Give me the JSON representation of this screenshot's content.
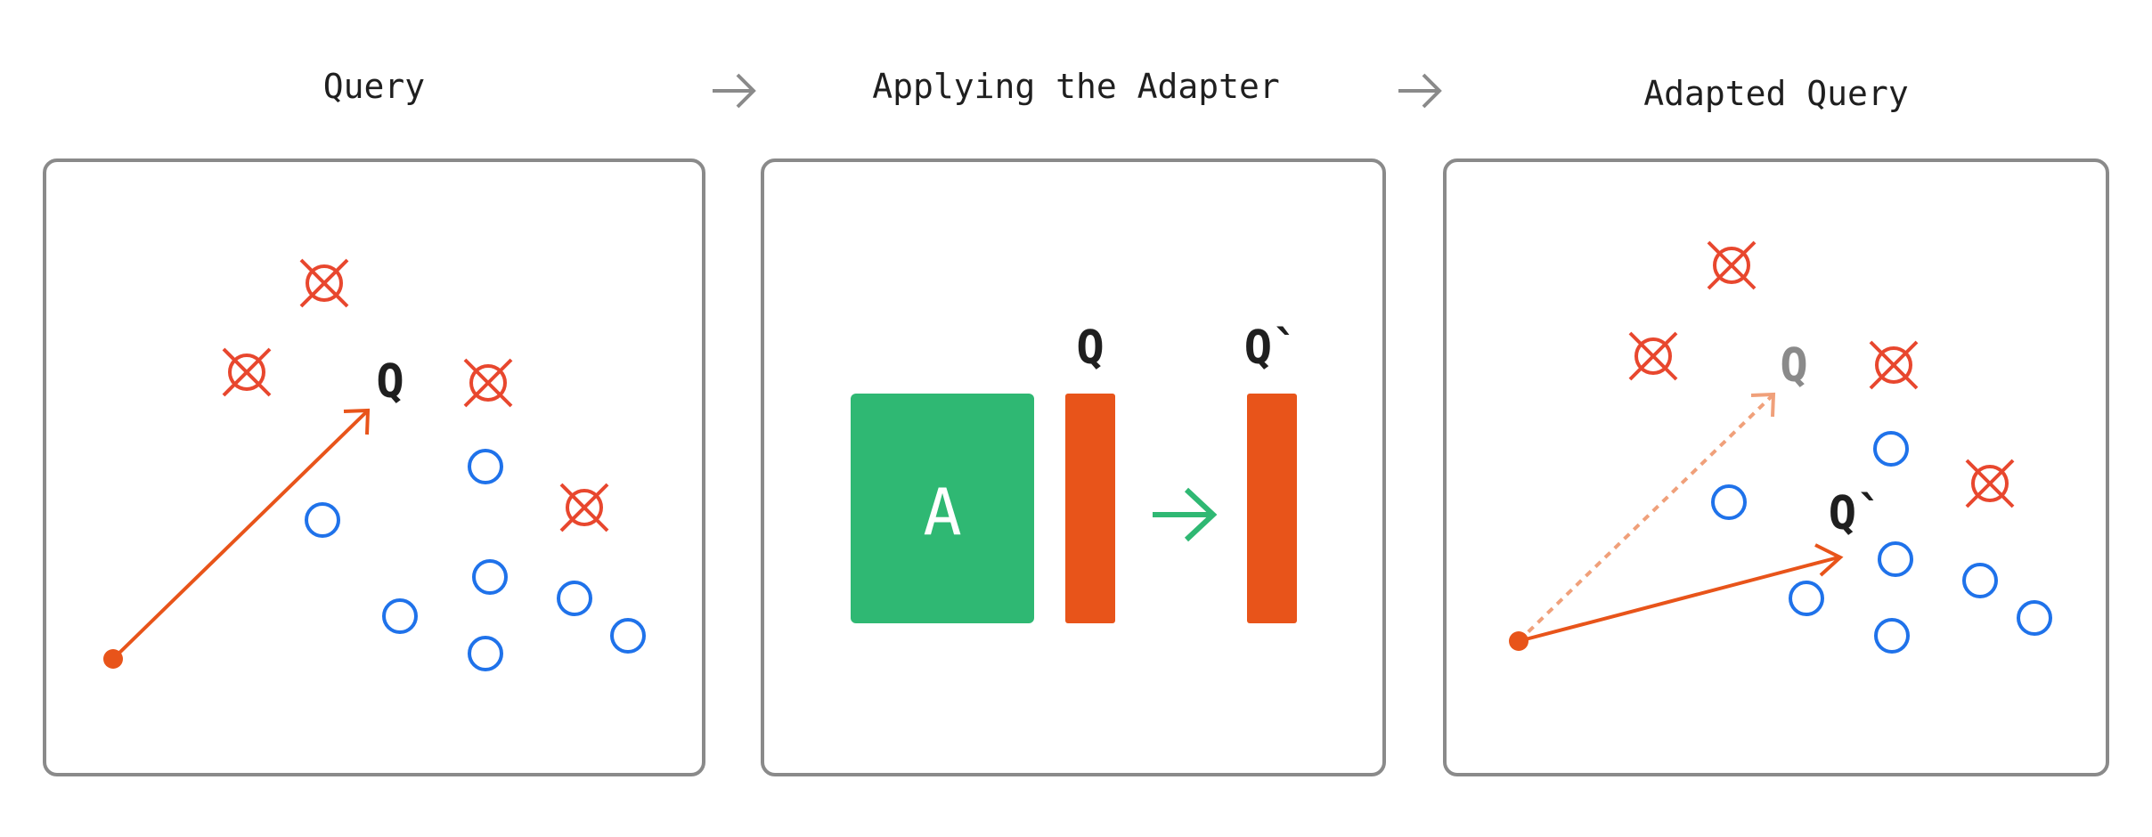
{
  "colors": {
    "frame": "#8a8a8a",
    "red": "#e8472e",
    "orange": "#e8541a",
    "light_orange": "#f0a07a",
    "blue": "#1f72ea",
    "green": "#2fb873",
    "text": "#1f1f1f",
    "muted": "#8a8a8a"
  },
  "panels": [
    {
      "title": "Query",
      "points": {
        "q_label": "Q"
      }
    },
    {
      "title": "Applying the Adapter",
      "labels": {
        "adapter": "A",
        "q": "Q",
        "q_prime": "Q`"
      }
    },
    {
      "title": "Adapted Query",
      "labels": {
        "q_original": "Q",
        "q_prime": "Q`"
      }
    }
  ],
  "icons": {
    "connector": "arrow-right-icon",
    "negative": "crossed-circle-icon",
    "positive": "circle-icon"
  }
}
